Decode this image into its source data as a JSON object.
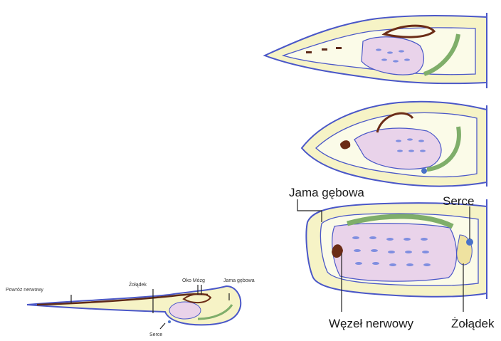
{
  "labels": {
    "top_left_nerve": "Powróz nerwowy",
    "top_left_stomach": "Żołądek",
    "top_left_brain": "Oko Mózg",
    "top_left_mouth": "Jama gębowa",
    "top_left_heart": "Serce",
    "mouth": "Jama gębowa",
    "heart": "Serce",
    "nerve_ganglion": "Węzeł nerwowy",
    "stomach": "Żołądek"
  },
  "colors": {
    "outline": "#4a57c8",
    "body_fill": "#f6f3c6",
    "sac_fill": "#e9d3ea",
    "gut_green": "#7fae6a",
    "brain_brown": "#6b2c16",
    "heart_blue": "#4a72c8"
  }
}
